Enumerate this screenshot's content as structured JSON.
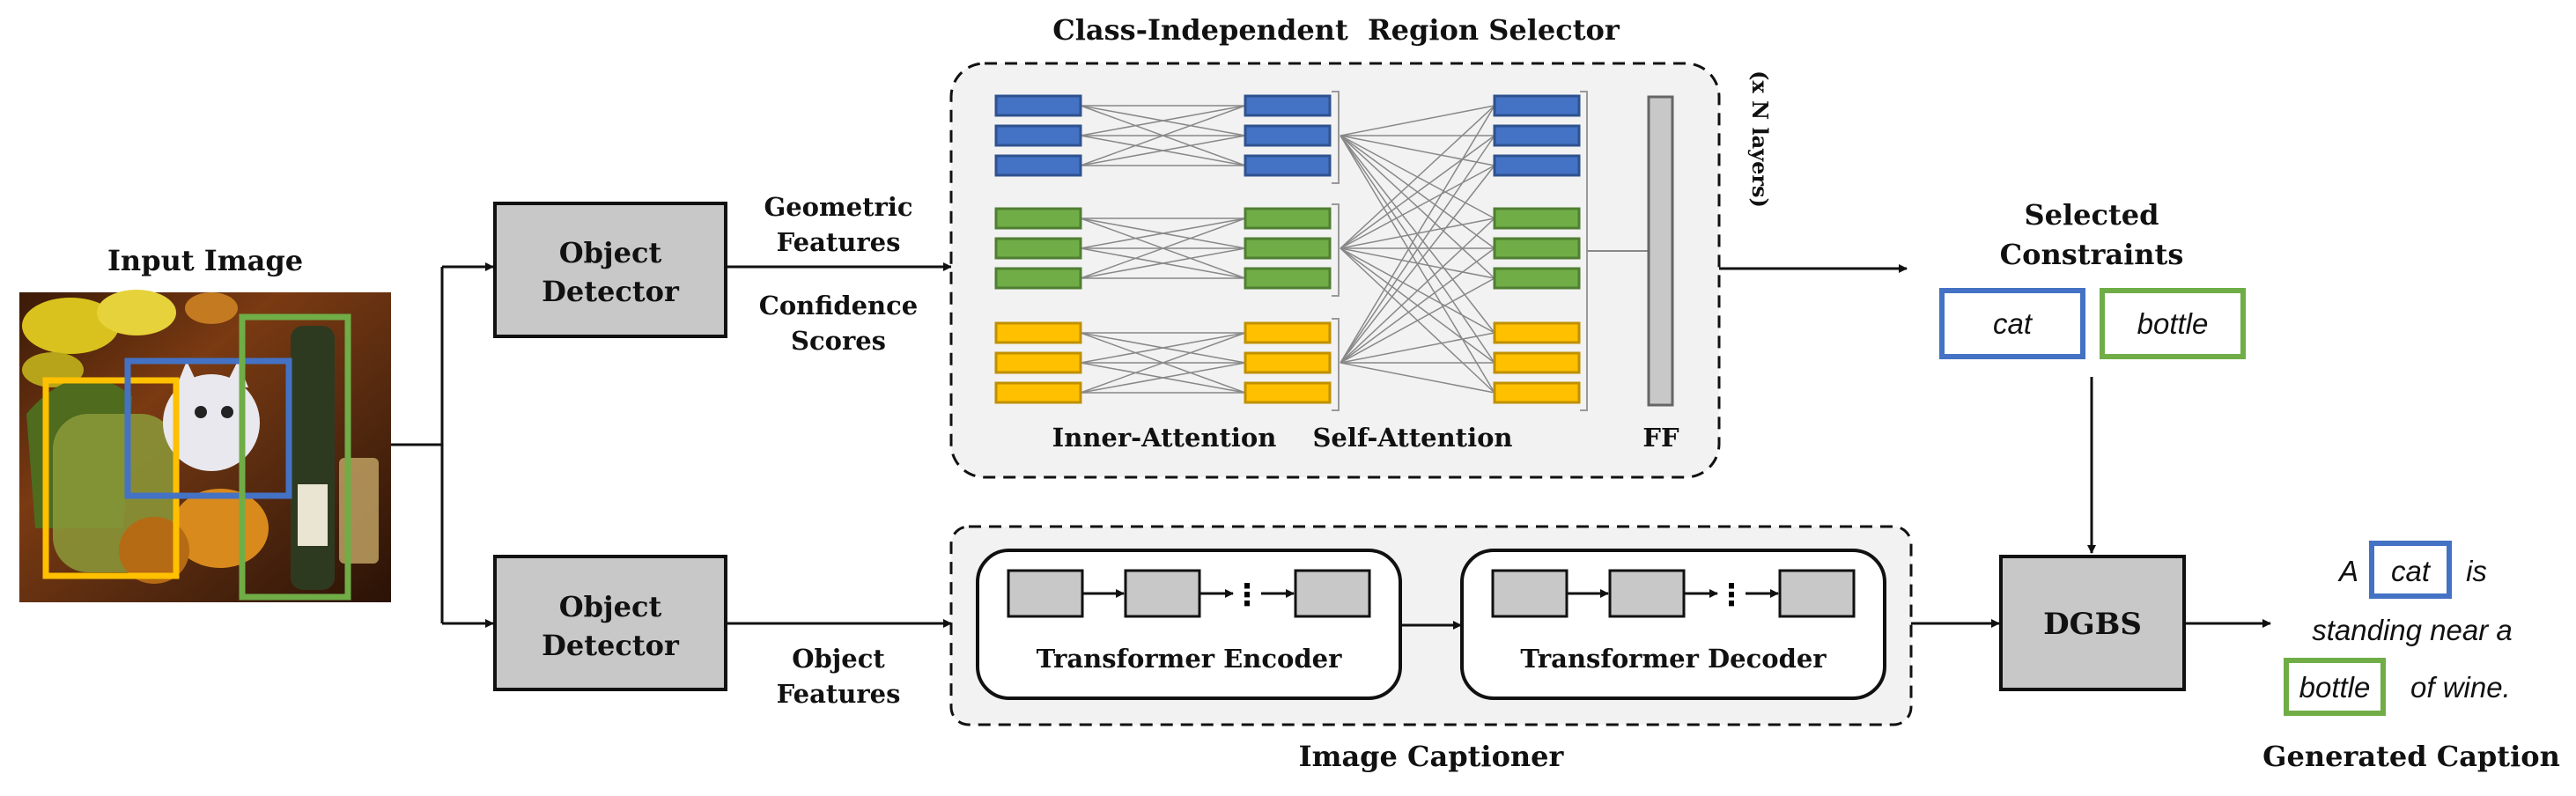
{
  "input_image": {
    "title": "Input Image"
  },
  "detector_top": {
    "line1": "Object",
    "line2": "Detector"
  },
  "detector_bottom": {
    "line1": "Object",
    "line2": "Detector"
  },
  "geometric_features": {
    "line1": "Geometric",
    "line2": "Features"
  },
  "confidence_scores": {
    "line1": "Confidence",
    "line2": "Scores"
  },
  "object_features": {
    "line1": "Object",
    "line2": "Features"
  },
  "region_selector": {
    "title": "Class-Independent  Region Selector",
    "inner_attention": "Inner-Attention",
    "self_attention": "Self-Attention",
    "ff": "FF",
    "layers": "(x N layers)"
  },
  "selected_constraints": {
    "line1": "Selected",
    "line2": "Constraints",
    "items": [
      "cat",
      "bottle"
    ]
  },
  "captioner": {
    "title": "Image Captioner",
    "encoder": "Transformer Encoder",
    "decoder": "Transformer Decoder",
    "ellipsis": "⋮"
  },
  "dgbs": {
    "label": "DGBS"
  },
  "generated_caption": {
    "title": "Generated Caption",
    "word_a": "A",
    "word_cat": "cat",
    "word_is": "is",
    "line2": "standing near a",
    "word_bottle": "bottle",
    "tail": "of wine."
  },
  "colors": {
    "blue": "#4472c4",
    "green": "#70ad47",
    "yellow": "#ffc000",
    "box_fill": "#c8c8c8",
    "panel_fill": "#f2f2f2"
  }
}
